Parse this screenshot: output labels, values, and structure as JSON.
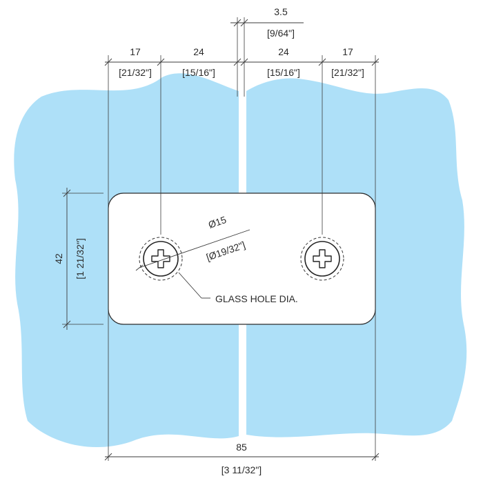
{
  "colors": {
    "glass": "#aee0f8",
    "plate": "#ffffff",
    "line": "#2b2b2b"
  },
  "icons": {
    "screw_head": "phillips-screw-icon"
  },
  "dimensions": {
    "gap_metric": "3.5",
    "gap_imperial": "[9/64\"]",
    "left_edge_metric": "17",
    "left_edge_imperial": "[21/32\"]",
    "left_inner_metric": "24",
    "left_inner_imperial": "[15/16\"]",
    "right_inner_metric": "24",
    "right_inner_imperial": "[15/16\"]",
    "right_edge_metric": "17",
    "right_edge_imperial": "[21/32\"]",
    "height_metric": "42",
    "height_imperial": "[1 21/32\"]",
    "hole_metric": "Ø15",
    "hole_imperial": "[Ø19/32\"]",
    "total_metric": "85",
    "total_imperial": "[3 11/32\"]"
  },
  "annotations": {
    "glass_hole": "GLASS HOLE DIA."
  }
}
